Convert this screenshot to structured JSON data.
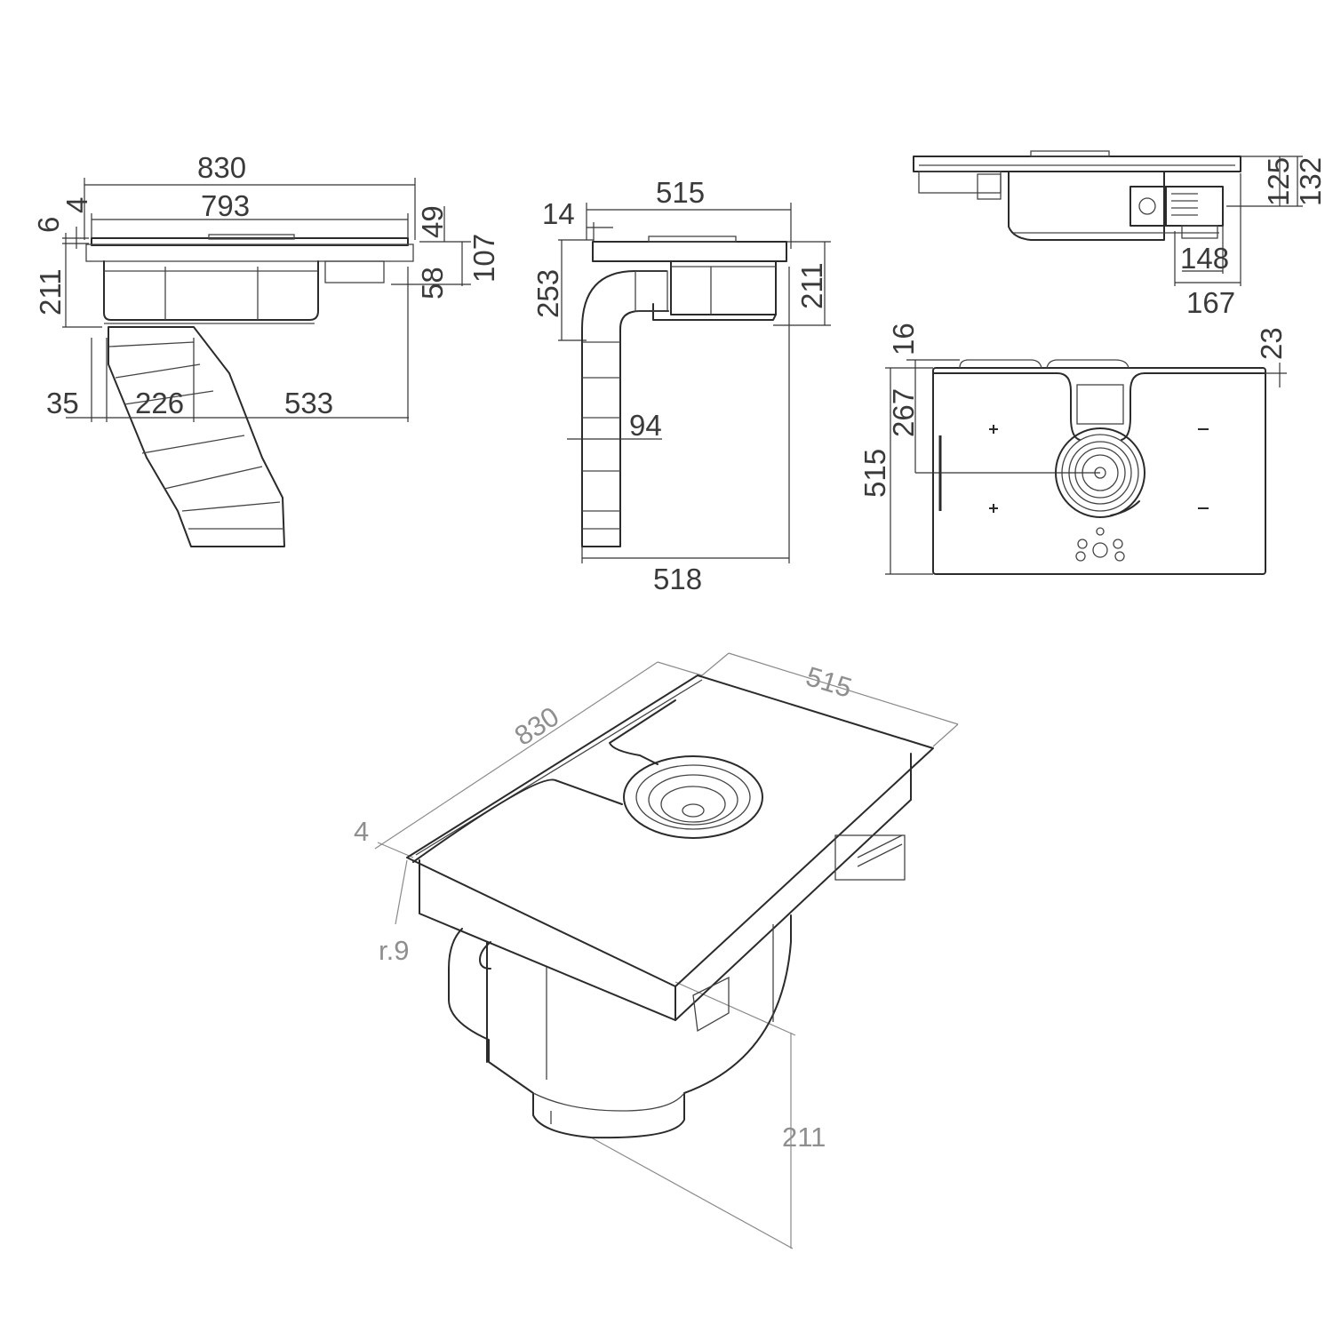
{
  "views": {
    "front": {
      "overall_width": "830",
      "inner_width": "793",
      "glass_thickness": "6",
      "frame_step": "4",
      "top_section": "49",
      "side_section": "107",
      "connector_depth": "58",
      "total_height": "211",
      "duct_left_offset": "35",
      "duct_width": "226",
      "duct_right_offset": "533"
    },
    "side": {
      "depth": "515",
      "edge_offset": "14",
      "duct_height": "253",
      "body_height": "211",
      "duct_diameter": "94",
      "total_depth": "518"
    },
    "rear": {
      "height_a": "125",
      "height_b": "132",
      "socket_width": "148",
      "socket_total": "167"
    },
    "plan": {
      "front_margin": "16",
      "side_margin": "23",
      "fan_center": "267",
      "depth": "515"
    },
    "iso": {
      "length": "830",
      "width": "515",
      "edge": "4",
      "radius": "r.9",
      "height": "211"
    }
  }
}
